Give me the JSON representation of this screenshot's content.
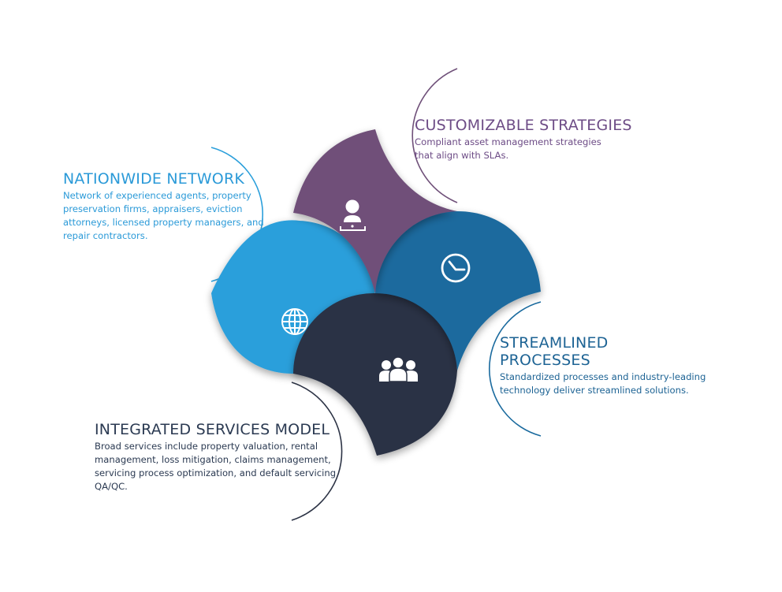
{
  "colors": {
    "purple": "#6f5079",
    "steel_blue": "#1a6a9e",
    "sky_blue": "#2b9fdb",
    "navy": "#2c3345"
  },
  "segments": [
    {
      "id": "customizable",
      "color": "#6f5079",
      "icon": "person-at-laptop-icon",
      "title": "CUSTOMIZABLE STRATEGIES",
      "text": "Compliant asset management strategies that align with SLAs."
    },
    {
      "id": "streamlined",
      "color": "#1a6a9e",
      "icon": "clock-icon",
      "title": "STREAMLINED\nPROCESSES",
      "text": "Standardized processes and industry-leading technology deliver streamlined solutions."
    },
    {
      "id": "network",
      "color": "#2b9fdb",
      "icon": "globe-icon",
      "title": "NATIONWIDE NETWORK",
      "text": "Network of experienced agents, property preservation firms, appraisers, eviction attorneys, licensed property managers, and repair contractors."
    },
    {
      "id": "integrated",
      "color": "#2c3345",
      "icon": "team-icon",
      "title": "INTEGRATED SERVICES MODEL",
      "text": "Broad services include property valuation, rental management, loss mitigation, claims management, servicing process optimization, and default servicing QA/QC."
    }
  ]
}
